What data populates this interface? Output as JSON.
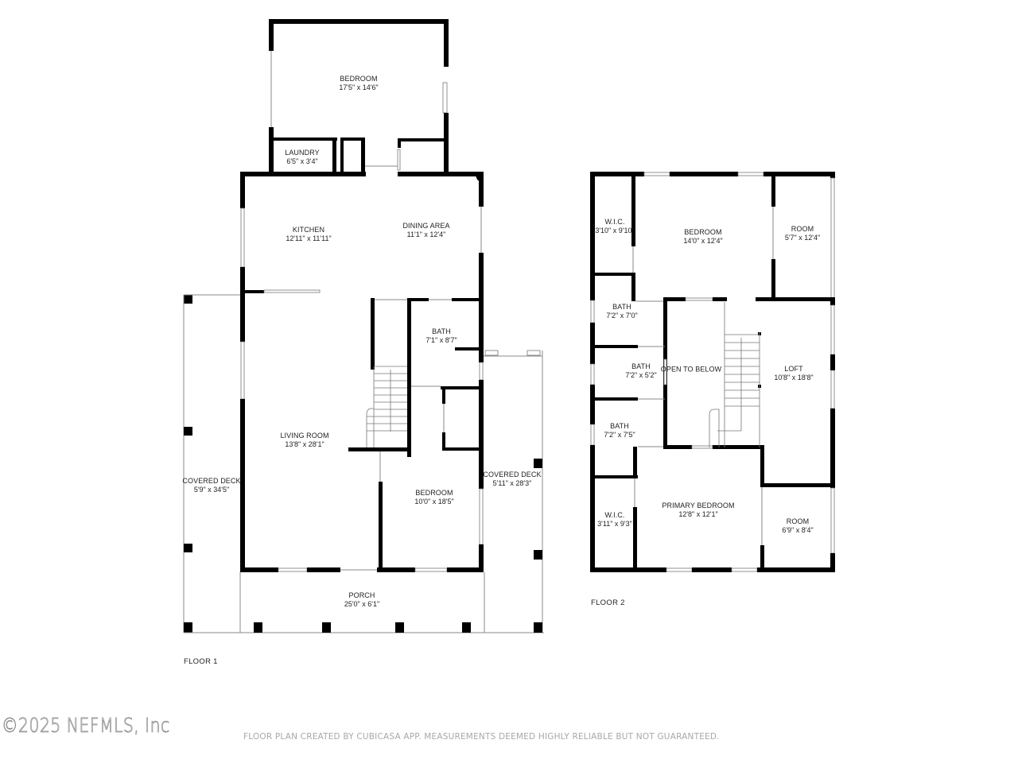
{
  "floors": [
    {
      "label": "FLOOR 1",
      "rooms": [
        {
          "id": "bedroom-upper",
          "name": "BEDROOM",
          "dims": "17'5\" x 14'6\""
        },
        {
          "id": "laundry",
          "name": "LAUNDRY",
          "dims": "6'5\" x 3'4\""
        },
        {
          "id": "kitchen",
          "name": "KITCHEN",
          "dims": "12'11\" x 11'11\""
        },
        {
          "id": "dining-area",
          "name": "DINING AREA",
          "dims": "11'1\" x 12'4\""
        },
        {
          "id": "bath",
          "name": "BATH",
          "dims": "7'1\" x 8'7\""
        },
        {
          "id": "living-room",
          "name": "LIVING ROOM",
          "dims": "13'8\" x 28'1\""
        },
        {
          "id": "covered-deck-left",
          "name": "COVERED DECK",
          "dims": "5'9\" x 34'5\""
        },
        {
          "id": "bedroom-lower",
          "name": "BEDROOM",
          "dims": "10'0\" x 18'5\""
        },
        {
          "id": "covered-deck-right",
          "name": "COVERED DECK",
          "dims": "5'11\" x 28'3\""
        },
        {
          "id": "porch",
          "name": "PORCH",
          "dims": "25'0\" x 6'1\""
        }
      ]
    },
    {
      "label": "FLOOR 2",
      "rooms": [
        {
          "id": "wic-upper",
          "name": "W.I.C.",
          "dims": "3'10\" x 9'10\""
        },
        {
          "id": "bedroom",
          "name": "BEDROOM",
          "dims": "14'0\" x 12'4\""
        },
        {
          "id": "room-upper",
          "name": "ROOM",
          "dims": "5'7\" x 12'4\""
        },
        {
          "id": "bath-1",
          "name": "BATH",
          "dims": "7'2\" x 7'0\""
        },
        {
          "id": "bath-2",
          "name": "BATH",
          "dims": "7'2\" x 5'2\""
        },
        {
          "id": "open-to-below",
          "name": "OPEN TO BELOW",
          "dims": ""
        },
        {
          "id": "loft",
          "name": "LOFT",
          "dims": "10'8\" x 18'8\""
        },
        {
          "id": "bath-3",
          "name": "BATH",
          "dims": "7'2\" x 7'5\""
        },
        {
          "id": "wic-lower",
          "name": "W.I.C.",
          "dims": "3'11\" x 9'3\""
        },
        {
          "id": "primary-bedroom",
          "name": "PRIMARY BEDROOM",
          "dims": "12'8\" x 12'1\""
        },
        {
          "id": "room-lower",
          "name": "ROOM",
          "dims": "6'9\" x 8'4\""
        }
      ]
    }
  ],
  "footer": {
    "watermark": "©2025 NEFMLS, Inc",
    "disclaimer": "FLOOR PLAN CREATED BY CUBICASA APP. MEASUREMENTS DEEMED HIGHLY RELIABLE BUT NOT GUARANTEED."
  },
  "colors": {
    "wall": "#000000",
    "text": "#222222",
    "disclaimer": "#a8a8a8",
    "background": "#ffffff"
  }
}
